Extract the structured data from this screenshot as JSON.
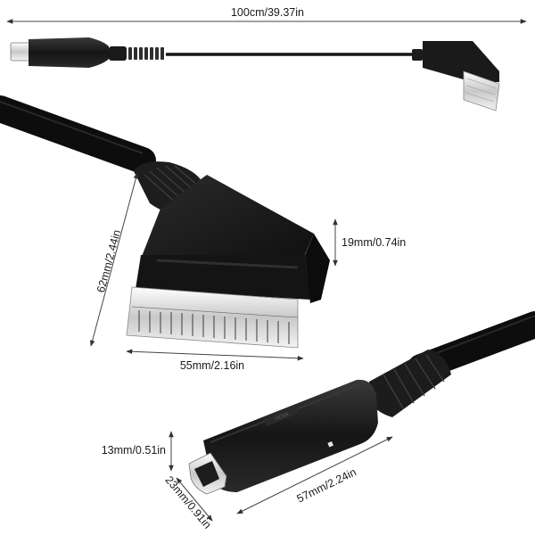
{
  "dimensions": {
    "cable_length": "100cm/39.37in",
    "scart_height": "62mm/2.44in",
    "scart_width": "55mm/2.16in",
    "scart_depth": "19mm/0.74in",
    "hdmi_height": "13mm/0.51in",
    "hdmi_width": "23mm/0.91in",
    "hdmi_length": "57mm/2.24in"
  },
  "colors": {
    "cable": "#111111",
    "connector_body": "#1c1c1c",
    "metal": "#d9d9d9",
    "dimension_line": "#444444"
  }
}
